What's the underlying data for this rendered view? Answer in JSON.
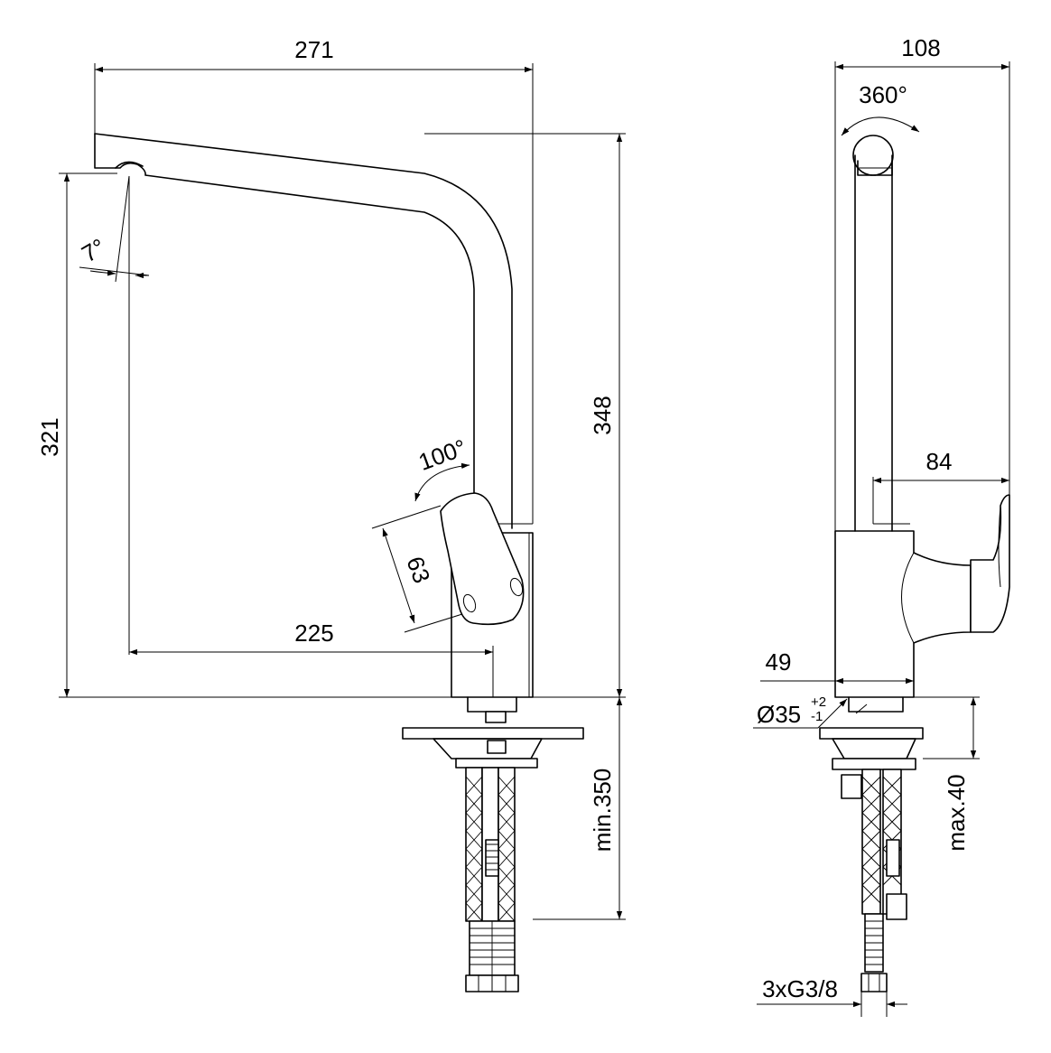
{
  "front_view": {
    "width": "271",
    "total_height": "348",
    "outlet_height": "321",
    "spout_angle": "7°",
    "lever_swing": "100°",
    "lever_length": "63",
    "reach": "225",
    "mounting_depth": "min.350"
  },
  "side_view": {
    "depth": "108",
    "rotation": "360°",
    "lever_offset": "84",
    "base_width": "49",
    "hole_diameter": "Ø35",
    "tol_plus": "+2",
    "tol_minus": "-1",
    "deck_thickness": "max.40",
    "connections": "3xG3/8"
  }
}
